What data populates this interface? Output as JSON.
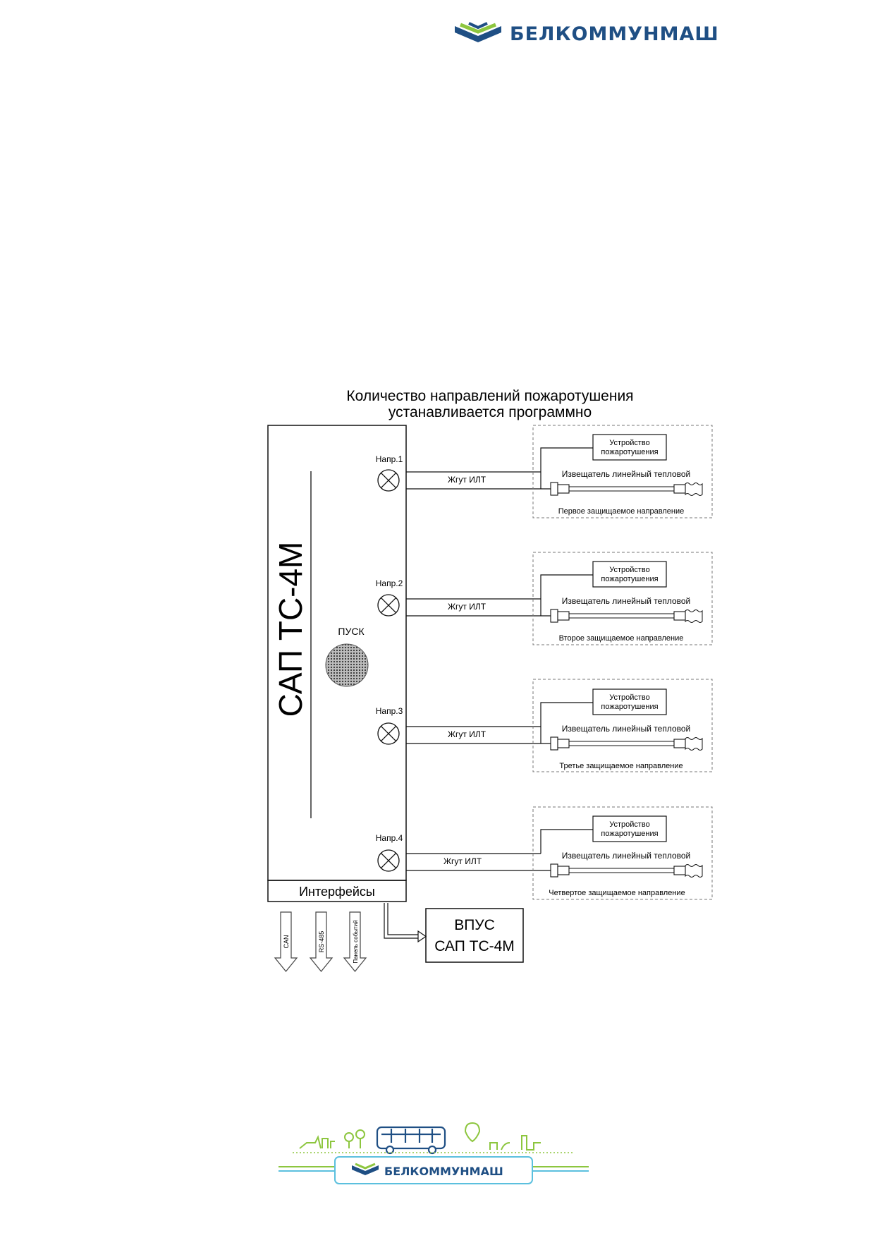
{
  "header": {
    "brand": "БЕЛКОММУНМАШ"
  },
  "diagram": {
    "title_line1": "Количество направлений пожаротушения",
    "title_line2": "устанавливается программно",
    "device_label": "САП ТС-4М",
    "start_label": "ПУСК",
    "interfaces_label": "Интерфейсы",
    "interfaces": [
      "CAN",
      "RS-485",
      "Панель событий"
    ],
    "vpus": {
      "line1": "ВПУС",
      "line2": "САП ТС-4М"
    },
    "directions": [
      {
        "label": "Напр.1",
        "cable": "Жгут ИЛТ",
        "device": [
          "Устройство",
          "пожаротушения"
        ],
        "detector": "Извещатель линейный тепловой",
        "zone": "Первое защищаемое направление"
      },
      {
        "label": "Напр.2",
        "cable": "Жгут ИЛТ",
        "device": [
          "Устройство",
          "пожаротушения"
        ],
        "detector": "Извещатель линейный тепловой",
        "zone": "Второе защищаемое направление"
      },
      {
        "label": "Напр.3",
        "cable": "Жгут ИЛТ",
        "device": [
          "Устройство",
          "пожаротушения"
        ],
        "detector": "Извещатель линейный тепловой",
        "zone": "Третье защищаемое направление"
      },
      {
        "label": "Напр.4",
        "cable": "Жгут ИЛТ",
        "device": [
          "Устройство",
          "пожаротушения"
        ],
        "detector": "Извещатель линейный тепловой",
        "zone": "Четвертое защищаемое направление"
      }
    ]
  },
  "footer": {
    "brand": "БЕЛКОММУНМАШ"
  },
  "colors": {
    "brand_blue": "#1f4f84",
    "brand_green": "#8dc63f",
    "line": "#111111",
    "dashed": "#777777"
  }
}
